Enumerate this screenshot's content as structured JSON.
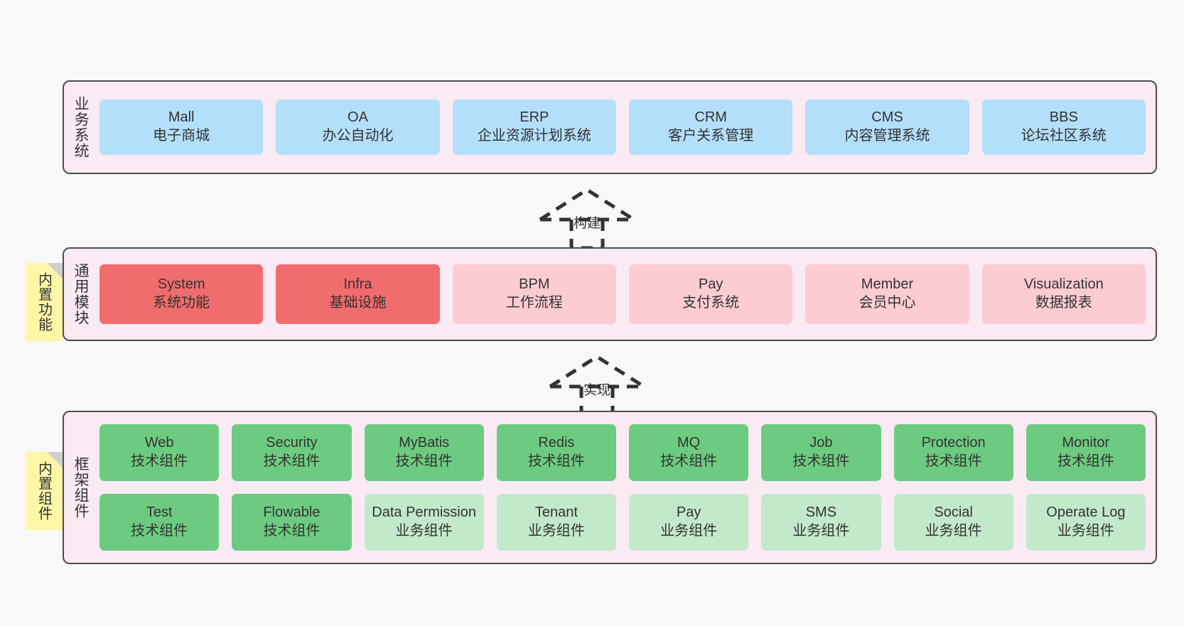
{
  "canvas": {
    "background": "#f8f8f8",
    "layer_fill": "#f9eaf4",
    "layer_border": "#4d4d4d",
    "note_fill": "#fcf6a6",
    "colors": {
      "business_blue": "#b3dffa",
      "module_red": "#f16c6c",
      "module_pink": "#fcccd3",
      "tech_green": "#6dcb81",
      "biz_green": "#c3e9cb"
    }
  },
  "notes": [
    {
      "text": "内置功能"
    },
    {
      "text": "内置组件"
    }
  ],
  "connectors": [
    {
      "label": "构建",
      "style": "dashed-generalization"
    },
    {
      "label": "实现",
      "style": "dashed-generalization"
    }
  ],
  "layers": [
    {
      "id": "business",
      "title": "业务系统",
      "rows": [
        [
          {
            "en": "Mall",
            "cn": "电子商城",
            "color": "#b3dffa"
          },
          {
            "en": "OA",
            "cn": "办公自动化",
            "color": "#b3dffa"
          },
          {
            "en": "ERP",
            "cn": "企业资源计划系统",
            "color": "#b3dffa"
          },
          {
            "en": "CRM",
            "cn": "客户关系管理",
            "color": "#b3dffa"
          },
          {
            "en": "CMS",
            "cn": "内容管理系统",
            "color": "#b3dffa"
          },
          {
            "en": "BBS",
            "cn": "论坛社区系统",
            "color": "#b3dffa"
          }
        ]
      ]
    },
    {
      "id": "common",
      "title": "通用模块",
      "rows": [
        [
          {
            "en": "System",
            "cn": "系统功能",
            "color": "#f16c6c"
          },
          {
            "en": "Infra",
            "cn": "基础设施",
            "color": "#f16c6c"
          },
          {
            "en": "BPM",
            "cn": "工作流程",
            "color": "#fcccd3"
          },
          {
            "en": "Pay",
            "cn": "支付系统",
            "color": "#fcccd3"
          },
          {
            "en": "Member",
            "cn": "会员中心",
            "color": "#fcccd3"
          },
          {
            "en": "Visualization",
            "cn": "数据报表",
            "color": "#fcccd3"
          }
        ]
      ]
    },
    {
      "id": "frame",
      "title": "框架组件",
      "rows": [
        [
          {
            "en": "Web",
            "cn": "技术组件",
            "color": "#6dcb81"
          },
          {
            "en": "Security",
            "cn": "技术组件",
            "color": "#6dcb81"
          },
          {
            "en": "MyBatis",
            "cn": "技术组件",
            "color": "#6dcb81"
          },
          {
            "en": "Redis",
            "cn": "技术组件",
            "color": "#6dcb81"
          },
          {
            "en": "MQ",
            "cn": "技术组件",
            "color": "#6dcb81"
          },
          {
            "en": "Job",
            "cn": "技术组件",
            "color": "#6dcb81"
          },
          {
            "en": "Protection",
            "cn": "技术组件",
            "color": "#6dcb81"
          },
          {
            "en": "Monitor",
            "cn": "技术组件",
            "color": "#6dcb81"
          }
        ],
        [
          {
            "en": "Test",
            "cn": "技术组件",
            "color": "#6dcb81"
          },
          {
            "en": "Flowable",
            "cn": "技术组件",
            "color": "#6dcb81"
          },
          {
            "en": "Data Permission",
            "cn": "业务组件",
            "color": "#c3e9cb"
          },
          {
            "en": "Tenant",
            "cn": "业务组件",
            "color": "#c3e9cb"
          },
          {
            "en": "Pay",
            "cn": "业务组件",
            "color": "#c3e9cb"
          },
          {
            "en": "SMS",
            "cn": "业务组件",
            "color": "#c3e9cb"
          },
          {
            "en": "Social",
            "cn": "业务组件",
            "color": "#c3e9cb"
          },
          {
            "en": "Operate Log",
            "cn": "业务组件",
            "color": "#c3e9cb"
          }
        ]
      ]
    }
  ]
}
